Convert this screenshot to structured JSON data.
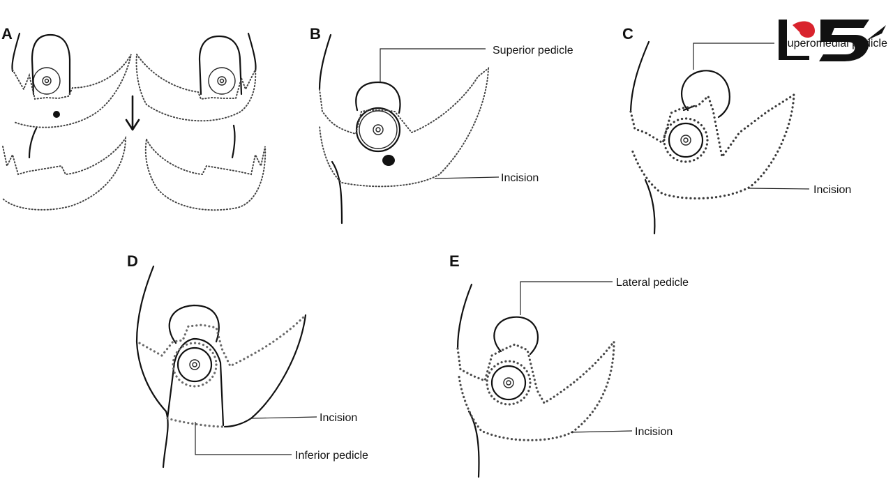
{
  "panels": {
    "a": {
      "letter": "A"
    },
    "b": {
      "letter": "B",
      "pedicle_label": "Superior pedicle",
      "incision_label": "Incision"
    },
    "c": {
      "letter": "C",
      "pedicle_label": "Superomedial pedicle",
      "incision_label": "Incision"
    },
    "d": {
      "letter": "D",
      "incision_label": "Incision",
      "pedicle_label": "Inferior pedicle"
    },
    "e": {
      "letter": "E",
      "pedicle_label": "Lateral pedicle",
      "incision_label": "Incision"
    }
  },
  "watermark": {
    "logo_name": "site-logo",
    "colors": {
      "primary": "#111111",
      "accent": "#d9232d"
    }
  }
}
